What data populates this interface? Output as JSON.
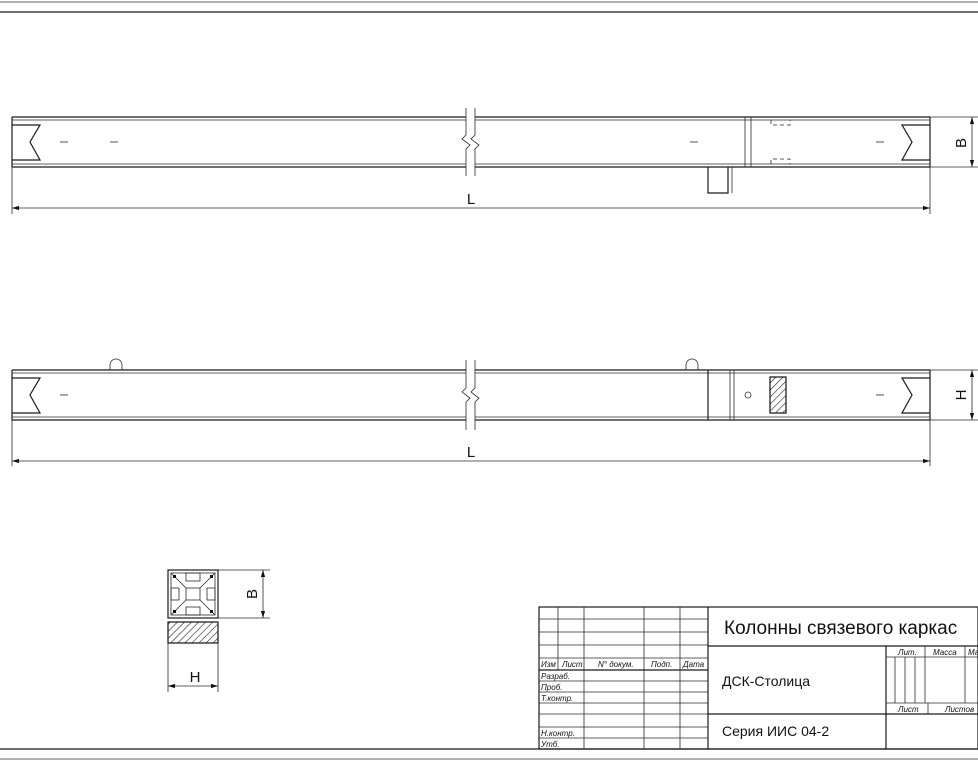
{
  "dimensions": {
    "length_label": "L",
    "width_label": "B",
    "height_label": "H"
  },
  "title_block": {
    "headers": [
      "Изм",
      "Лист",
      "N° докум.",
      "Подп.",
      "Дата"
    ],
    "roles": [
      "Разраб.",
      "Проб.",
      "Т.контр.",
      "Н.контр.",
      "Утб."
    ],
    "title": "Колонны связевого каркас",
    "organization": "ДСК-Столица",
    "series": "Серия ИИС 04-2",
    "stage_labels": [
      "Лит.",
      "Масса",
      "Ма"
    ],
    "sheet_labels": [
      "Лист",
      "Листов"
    ]
  }
}
